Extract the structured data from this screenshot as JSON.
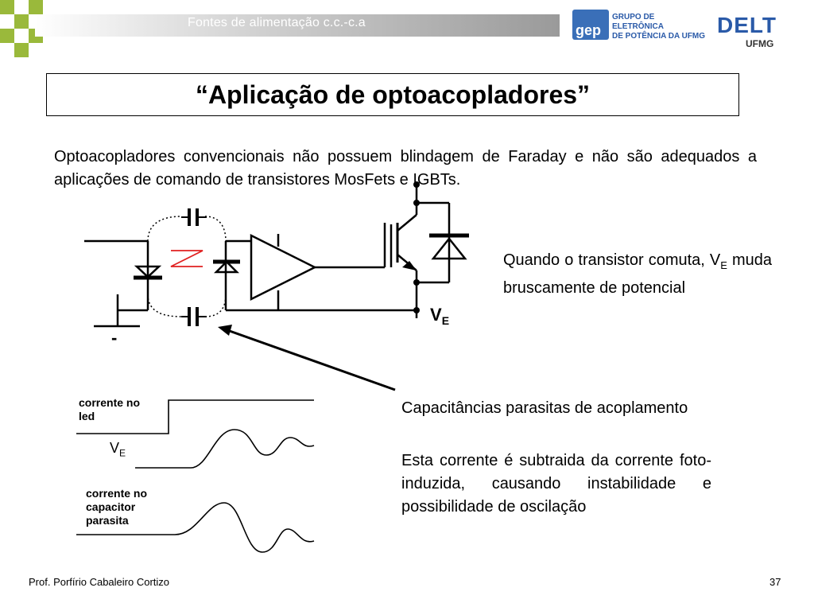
{
  "header": {
    "course_title": "Fontes de alimentação c.c.-c.a",
    "gep_logo": {
      "abbr": "gep",
      "line1": "GRUPO DE ELETRÔNICA",
      "line2": "DE POTÊNCIA DA UFMG"
    },
    "delt_logo": {
      "name": "DELT",
      "sub": "UFMG"
    }
  },
  "slide": {
    "title": "“Aplicação de optoacopladores”",
    "intro": "Optoacopladores convencionais não possuem blindagem de Faraday e não são adequados a aplicações de comando de transistores MosFets e IGBTs.",
    "note_switch_a": "Quando o transistor comuta, V",
    "note_switch_sub": "E",
    "note_switch_b": " muda bruscamente de potencial",
    "note_capacitance": "Capacitâncias parasitas de acoplamento",
    "note_current": "Esta corrente é subtraida da corrente foto-induzida, causando instabilidade e possibilidade de oscilação"
  },
  "diagram": {
    "ve_label": "V",
    "ve_sub": "E",
    "ground_sign": "-"
  },
  "waveforms": {
    "led_label_1": "corrente no",
    "led_label_2": "led",
    "ve_label": "V",
    "ve_sub": "E",
    "cap_label_1": "corrente no",
    "cap_label_2": "capacitor",
    "cap_label_3": "parasita"
  },
  "footer": {
    "author": "Prof. Porfírio Cabaleiro Cortizo",
    "page_number": "37"
  },
  "colors": {
    "accent_green": "#9ab93b",
    "logo_blue": "#2a5aa8",
    "photo_arrow_red": "#e02020"
  }
}
